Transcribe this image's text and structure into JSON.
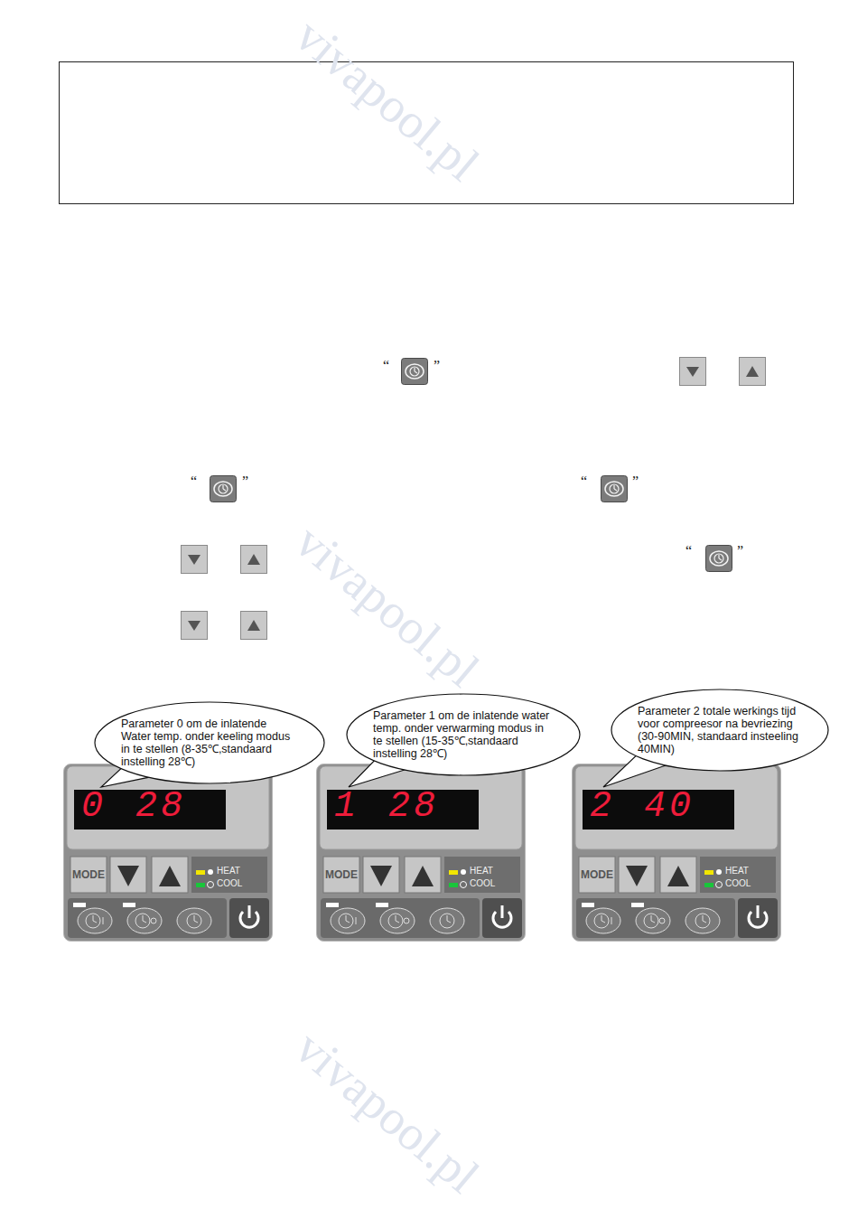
{
  "diagram": {
    "nodes": [
      {
        "text": [
          "Parameter 0 om de inlatende  Water temp. onder keeling modus  in te stellen (8-35℃,standaard instelling 28℃)"
        ]
      },
      {
        "text": [
          "Parameter 1 om de inlatende  water temp. onder verwarming modus in te stellen (15-35℃,standaard instelling 28℃)"
        ]
      },
      {
        "text": [
          "Parameter 2 totale werkings tijd voor compreesor na bevriezing (30-90MIN, standaard insteeling 40MIN)"
        ]
      },
      {
        "text": [
          "0",
          "28",
          "MODE",
          "HEAT",
          "COOL"
        ]
      },
      {
        "text": [
          "1",
          "28",
          "MODE",
          "HEAT",
          "COOL"
        ]
      },
      {
        "text": [
          "2",
          "40",
          "MODE",
          "HEAT",
          "COOL"
        ]
      }
    ],
    "labels": [
      "“",
      "”",
      "“",
      "”",
      "“",
      "”",
      "“",
      "”",
      "vivapool.pl",
      "vivapool.pl",
      "vivapool.pl"
    ]
  }
}
